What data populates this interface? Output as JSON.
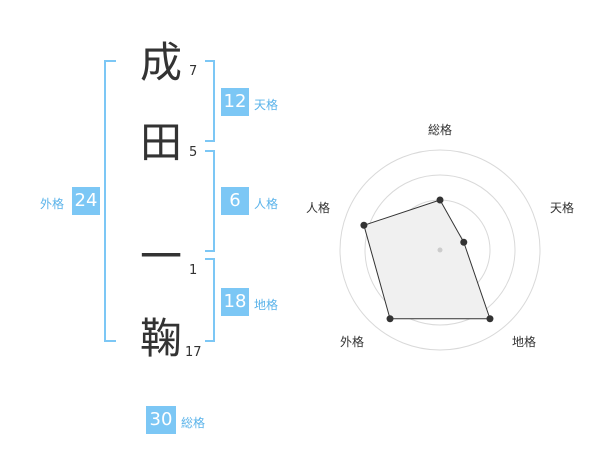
{
  "name_chars": [
    {
      "char": "成",
      "strokes": "7"
    },
    {
      "char": "田",
      "strokes": "5"
    },
    {
      "char": "一",
      "strokes": "1"
    },
    {
      "char": "鞠",
      "strokes": "17"
    }
  ],
  "kakusu": {
    "tenkaku": {
      "value": "12",
      "label": "天格"
    },
    "jinkaku": {
      "value": "6",
      "label": "人格"
    },
    "chikaku": {
      "value": "18",
      "label": "地格"
    },
    "gaikaku": {
      "value": "24",
      "label": "外格"
    },
    "soukaku": {
      "value": "30",
      "label": "総格"
    }
  },
  "radar": {
    "axes": [
      "総格",
      "天格",
      "地格",
      "外格",
      "人格"
    ],
    "values": [
      0.5,
      0.25,
      0.85,
      0.85,
      0.8
    ],
    "max": 1,
    "rings": 4
  },
  "colors": {
    "accent": "#7cc7f5",
    "accent_text": "#5ab3ea",
    "text": "#333333"
  }
}
